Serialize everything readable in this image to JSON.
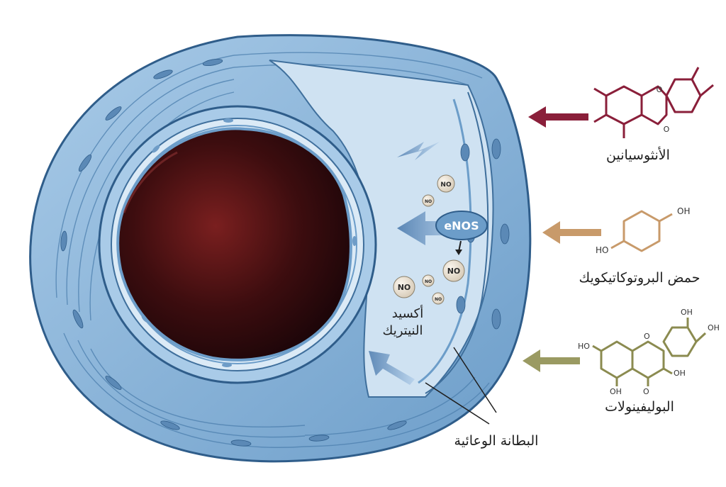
{
  "labels": {
    "anthocyanins": "الأنثوسيانين",
    "protocatechuic_acid": "حمض البروتوكاتيكويك",
    "polyphenols": "البوليفينولات",
    "nitric_oxide_line1": "أكسيد",
    "nitric_oxide_line2": "النيتريك",
    "endothelium": "البطانة الوعائية",
    "enos": "eNOS"
  },
  "molecules": {
    "no": "NO",
    "atom_o": "O",
    "atom_oh": "OH",
    "atom_ho": "HO"
  },
  "colors": {
    "anthocyanin": "#8a1f3a",
    "protocatechuic": "#c89a6a",
    "polyphenol": "#9a9a62",
    "vessel": "#8fb9dd",
    "vessel_dark": "#3f6f9c",
    "lumen": "#3a0c0c"
  }
}
